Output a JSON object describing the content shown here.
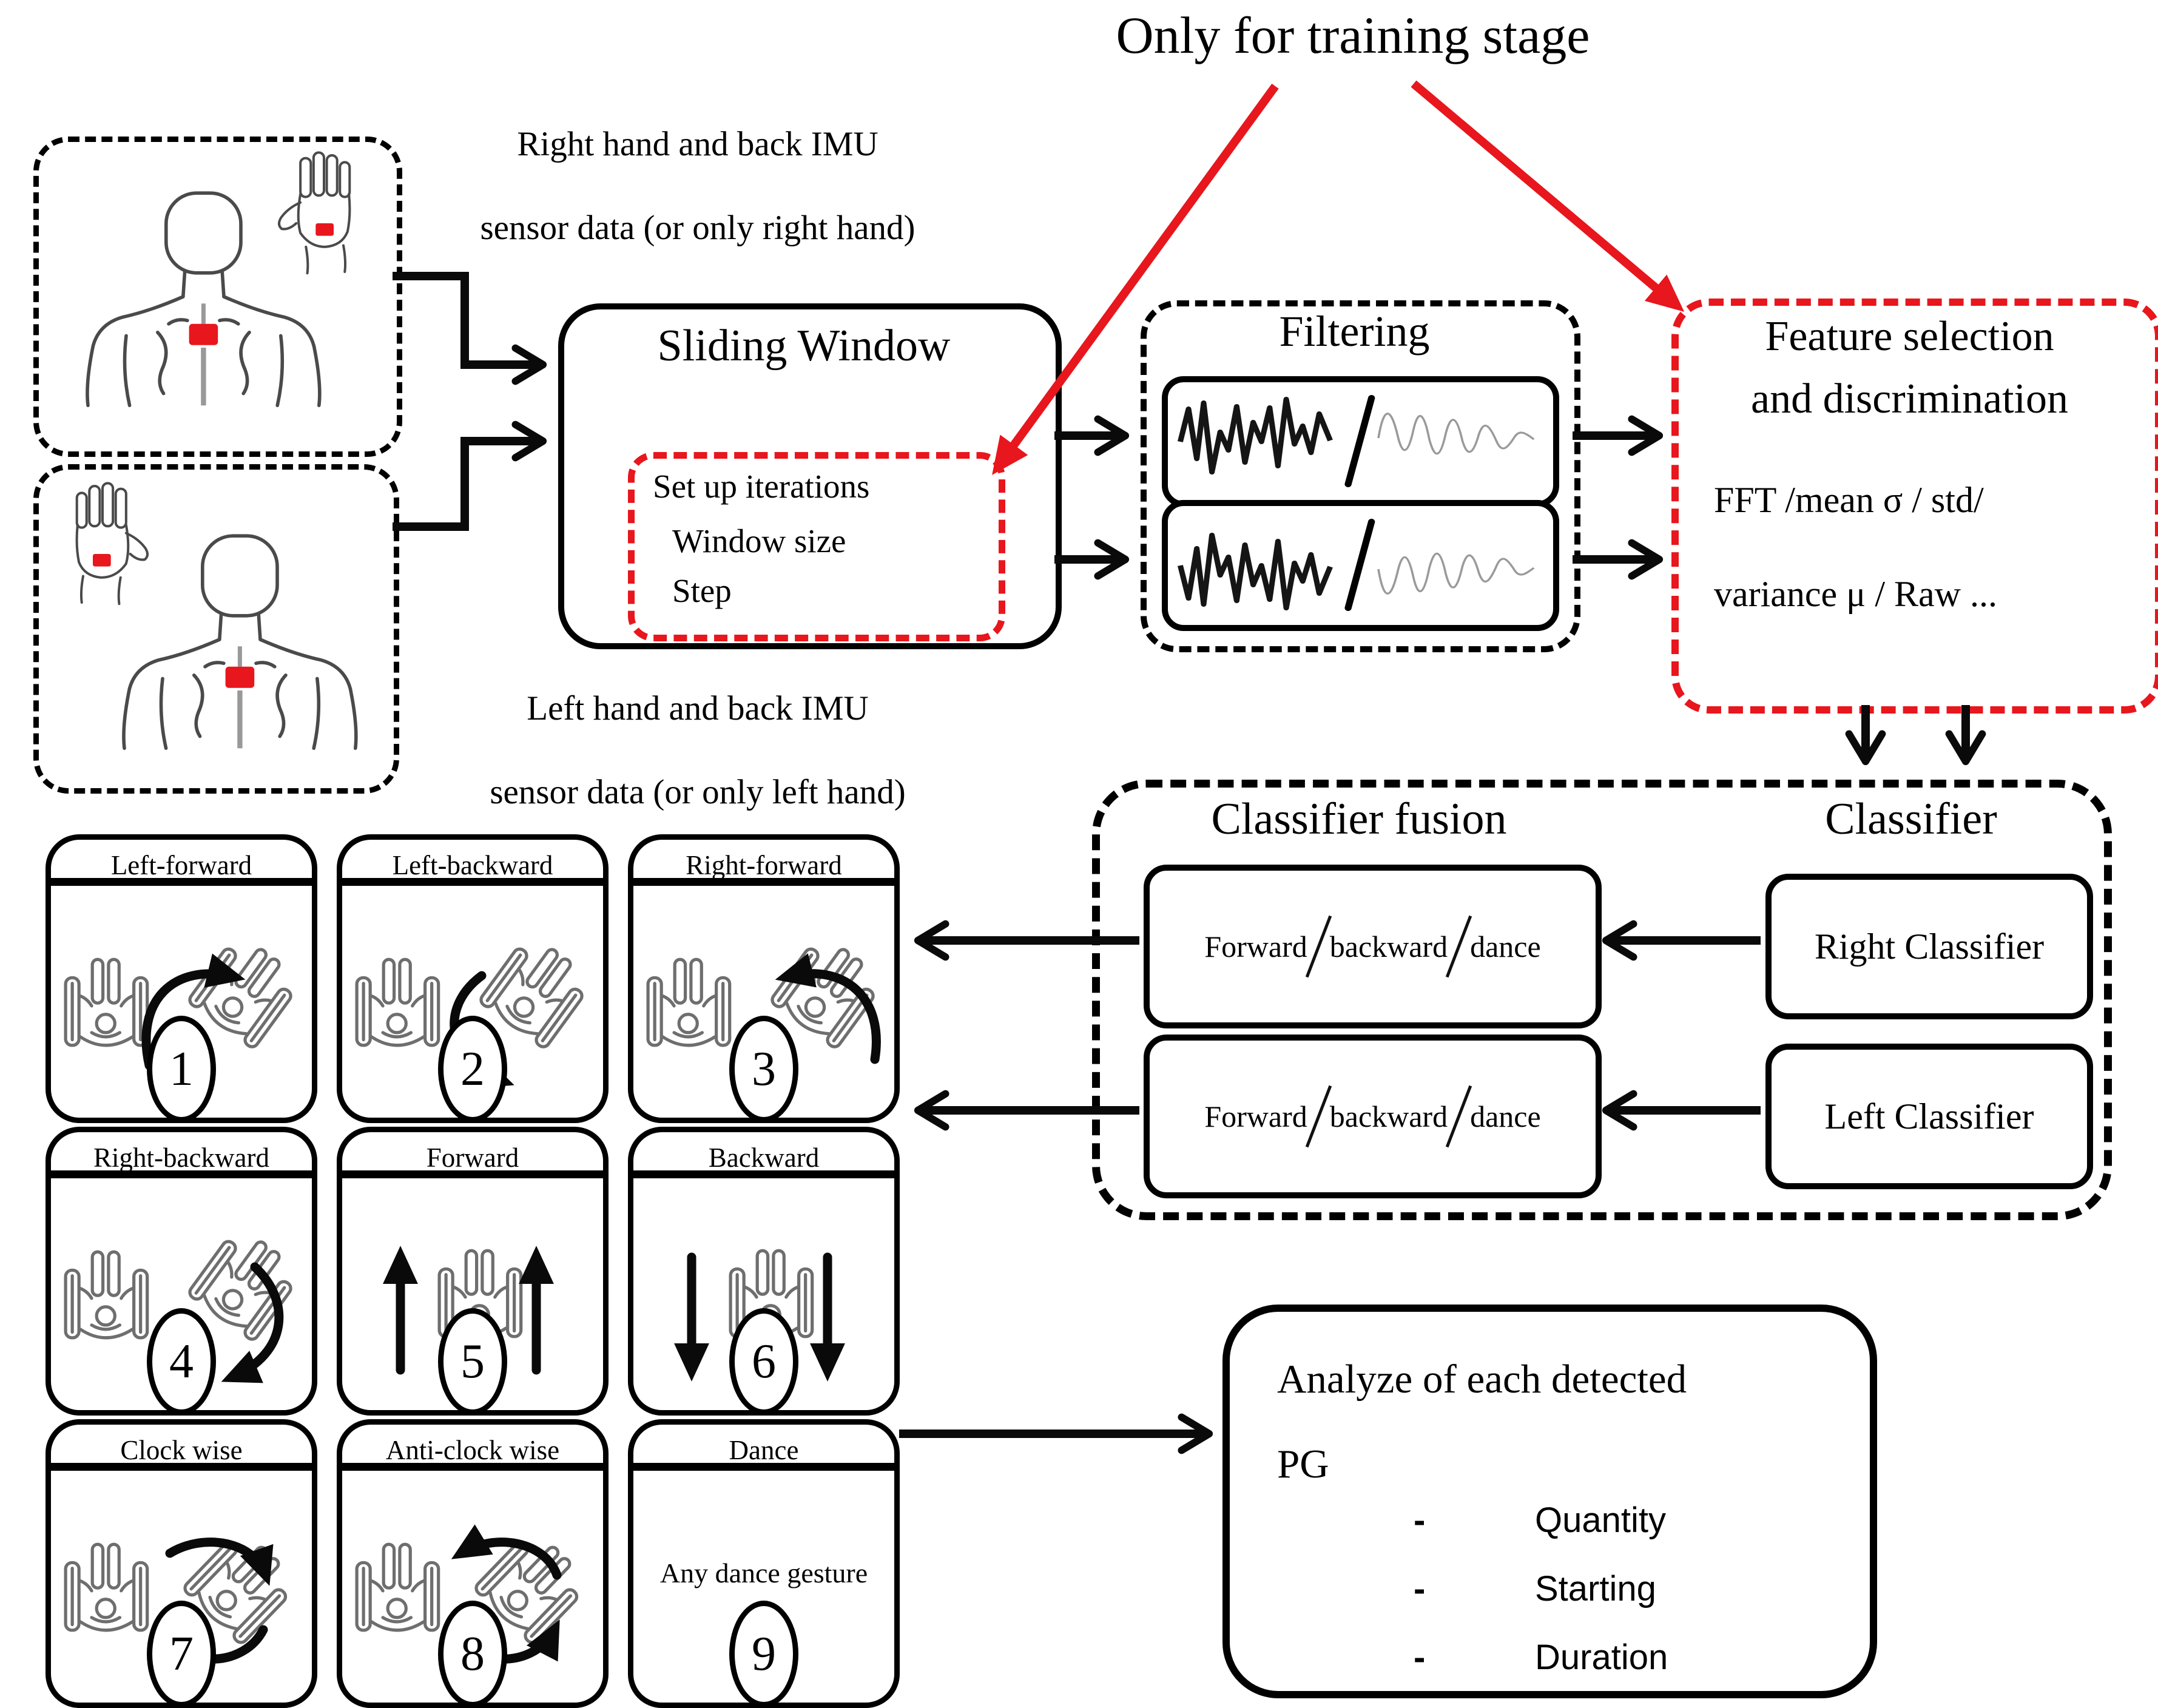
{
  "title": "Only for training stage",
  "colors": {
    "accent_red": "#e8161d",
    "ink": "#000000",
    "sketch_gray": "#4a4a4a",
    "wave_gray": "#9a9a9a"
  },
  "inputs": {
    "right": {
      "line1": "Right hand and back IMU",
      "line2": "sensor data (or only right hand)"
    },
    "left": {
      "line1": "Left hand and back IMU",
      "line2": "sensor data (or only left hand)"
    }
  },
  "sliding_window": {
    "title": "Sliding Window",
    "items": [
      "Set up iterations",
      "Window size",
      "Step"
    ]
  },
  "filtering": {
    "title": "Filtering"
  },
  "feature_selection": {
    "title_line1": "Feature selection",
    "title_line2": "and discrimination",
    "methods_line1": "FFT /mean σ / std/",
    "methods_line2": "variance μ / Raw ..."
  },
  "classifier_section": {
    "fusion_title": "Classifier fusion",
    "classifier_title": "Classifier",
    "fusion_rows": [
      [
        "Forward",
        "backward",
        "dance"
      ],
      [
        "Forward",
        "backward",
        "dance"
      ]
    ],
    "classifiers": [
      "Right Classifier",
      "Left Classifier"
    ]
  },
  "gestures": [
    {
      "label": "Left-forward",
      "number": "1",
      "motion": "rotate-cw-up"
    },
    {
      "label": "Left-backward",
      "number": "2",
      "motion": "rotate-cw-down"
    },
    {
      "label": "Right-forward",
      "number": "3",
      "motion": "rotate-ccw-up"
    },
    {
      "label": "Right-backward",
      "number": "4",
      "motion": "rotate-ccw-down"
    },
    {
      "label": "Forward",
      "number": "5",
      "motion": "straight-up"
    },
    {
      "label": "Backward",
      "number": "6",
      "motion": "straight-down"
    },
    {
      "label": "Clock wise",
      "number": "7",
      "motion": "circle-cw"
    },
    {
      "label": "Anti-clock wise",
      "number": "8",
      "motion": "circle-ccw"
    },
    {
      "label": "Dance",
      "number": "9",
      "motion": "dance",
      "note": "Any dance gesture"
    }
  ],
  "analyze": {
    "line1": "Analyze of each detected",
    "line2": "PG",
    "bullet_marker": "-",
    "bullets": [
      "Quantity",
      "Starting",
      "Duration"
    ]
  }
}
